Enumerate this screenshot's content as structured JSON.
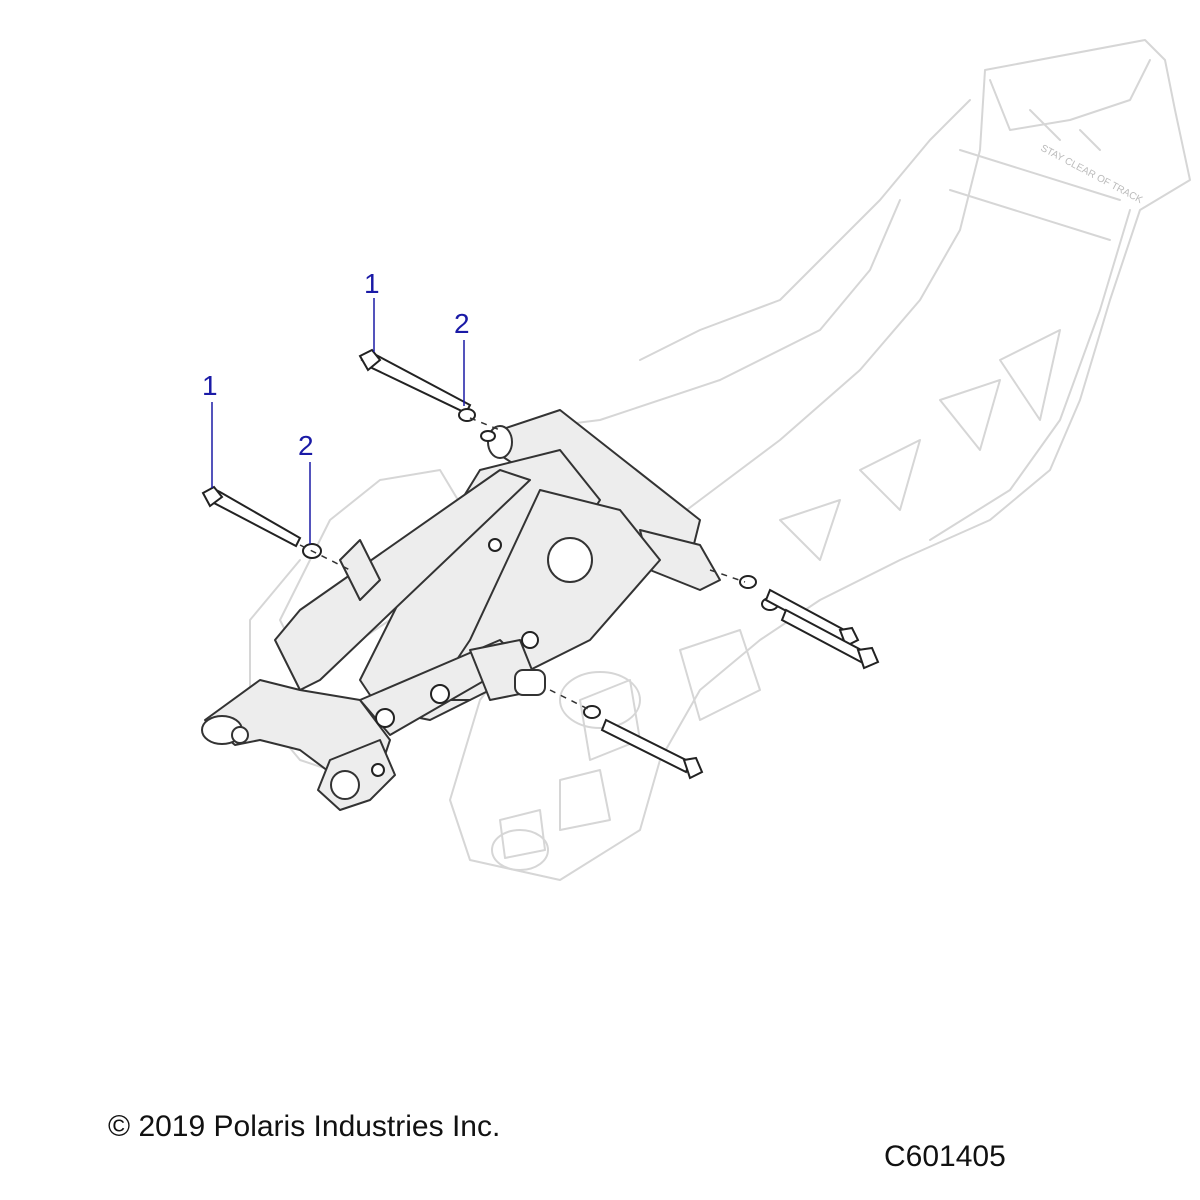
{
  "callouts": [
    {
      "id": "callout-1-upper",
      "label": "1"
    },
    {
      "id": "callout-2-upper",
      "label": "2"
    },
    {
      "id": "callout-1-lower",
      "label": "1"
    },
    {
      "id": "callout-2-lower",
      "label": "2"
    }
  ],
  "frame_decal_text": "STAY CLEAR OF TRACK",
  "copyright": "© 2019 Polaris Industries Inc.",
  "figure_id": "C601405"
}
